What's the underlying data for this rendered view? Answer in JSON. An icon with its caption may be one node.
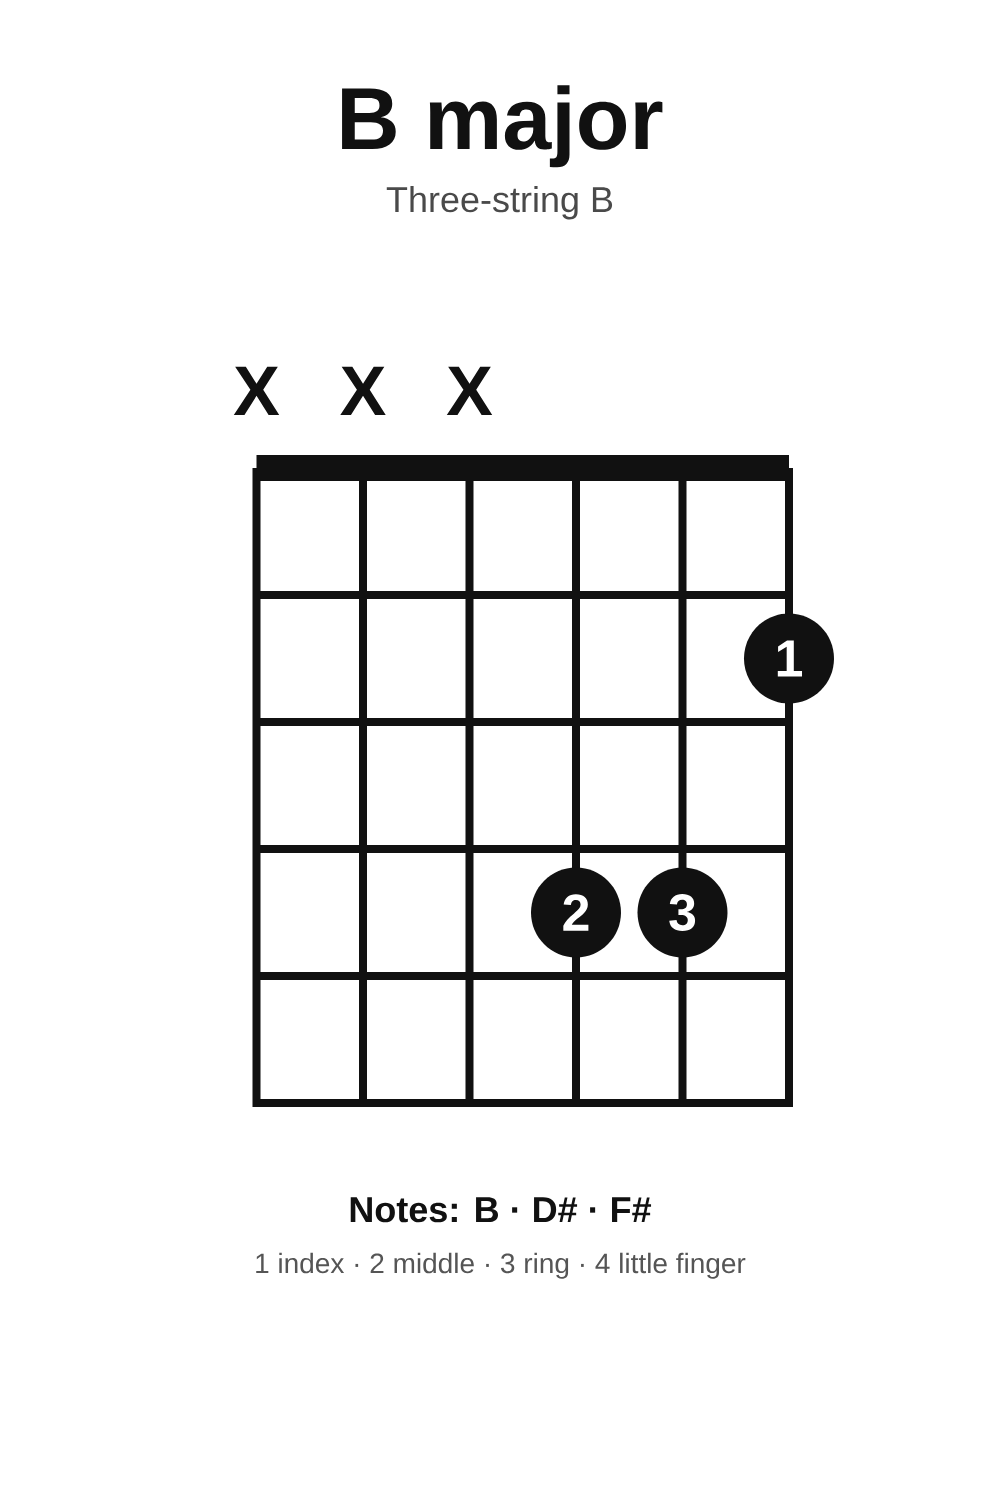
{
  "diagram": {
    "title": "B major",
    "nodes": [
      {
        "text": [
          "1"
        ]
      },
      {
        "text": [
          "2"
        ]
      },
      {
        "text": [
          "3"
        ]
      }
    ],
    "labels": [
      "Three-string B",
      "X",
      "X",
      "X",
      "Notes: B · D# · F#",
      "1 index · 2 middle · 3 ring · 4 little finger"
    ]
  }
}
